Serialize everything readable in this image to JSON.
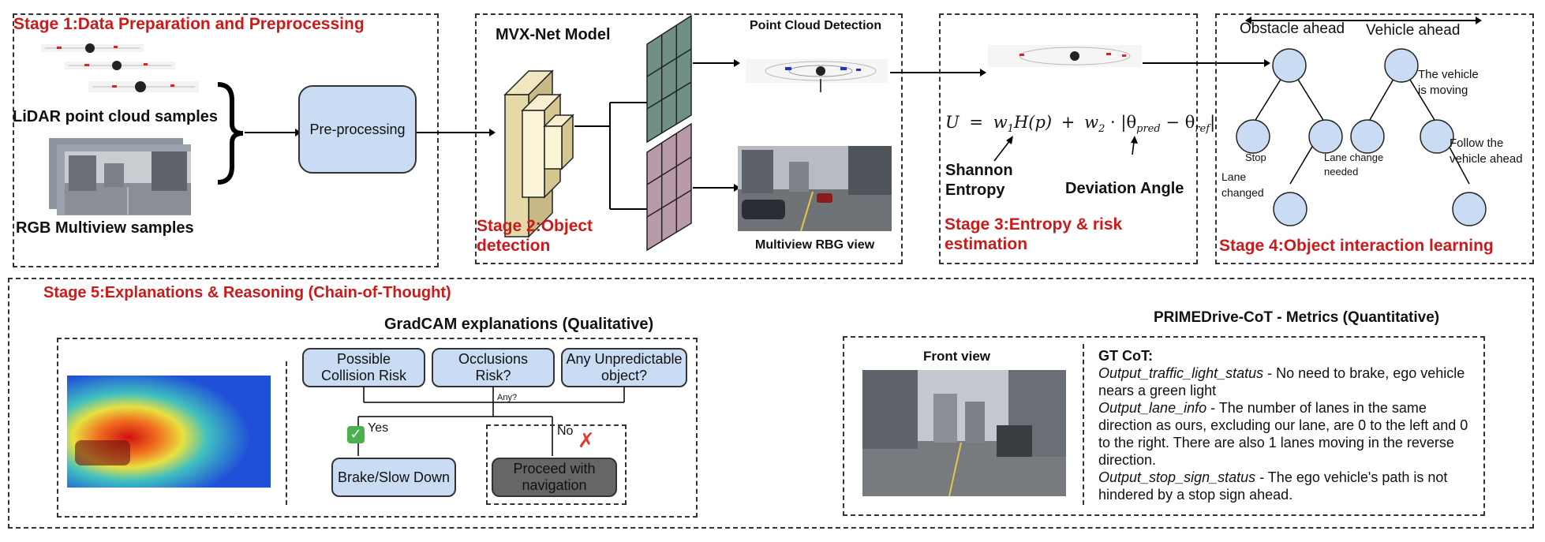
{
  "stage1": {
    "title": "Stage 1:Data Preparation and Preprocessing",
    "lidar_label": "LiDAR point cloud samples",
    "rgb_label": "RGB Multiview samples",
    "preprocessing": "Pre-processing"
  },
  "stage2": {
    "model": "MVX-Net Model",
    "title_line1": "Stage 2:Object",
    "title_line2": "detection",
    "point_cloud": "Point Cloud Detection",
    "rgb_view": "Multiview RBG view"
  },
  "stage3": {
    "formula_u": "U",
    "formula_eq": "=",
    "formula_w1": "w",
    "formula_w1_sub": "1",
    "formula_h": "H(p)",
    "formula_plus": "+",
    "formula_w2": "w",
    "formula_w2_sub": "2",
    "formula_dot": "·",
    "formula_theta_pred": "|θ",
    "formula_pred_sub": "pred",
    "formula_minus": "−",
    "formula_theta_ref": "θ",
    "formula_ref_sub": "ref",
    "formula_bar": "|",
    "shannon_line1": "Shannon",
    "shannon_line2": "Entropy",
    "deviation": "Deviation Angle",
    "title_line1": "Stage 3:Entropy & risk",
    "title_line2": "estimation"
  },
  "stage4": {
    "obstacle": "Obstacle ahead",
    "vehicle": "Vehicle ahead",
    "vehicle_moving_line1": "The vehicle",
    "vehicle_moving_line2": "is moving",
    "stop": "Stop",
    "lane_change_line1": "Lane change",
    "lane_change_line2": "needed",
    "lane_changed_line1": "Lane",
    "lane_changed_line2": "changed",
    "follow_line1": "Follow the",
    "follow_line2": "vehicle ahead",
    "title": "Stage 4:Object interaction learning"
  },
  "stage5": {
    "title": "Stage 5:Explanations & Reasoning (Chain-of-Thought)",
    "gradcam": "GradCAM explanations (Qualitative)",
    "metrics": "PRIMEDrive-CoT - Metrics (Quantitative)",
    "q1_line1": "Possible",
    "q1_line2": "Collision Risk",
    "q2_line1": "Occlusions",
    "q2_line2": "Risk?",
    "q3_line1": "Any Unpredictable",
    "q3_line2": "object?",
    "any": "Any?",
    "yes": "Yes",
    "no": "No",
    "brake": "Brake/Slow Down",
    "proceed_line1": "Proceed with",
    "proceed_line2": "navigation",
    "front_view": "Front view",
    "gt_title": "GT CoT:",
    "gt1_key": "Output_traffic_light_status",
    "gt1_val": " - No need to brake, ego vehicle nears a green light",
    "gt2_key": "Output_lane_info",
    "gt2_val": " - The number of lanes in the same direction as ours, excluding our lane, are 0 to the left and 0 to the right. There are also 1 lanes moving in the reverse direction.",
    "gt3_key": "Output_stop_sign_status",
    "gt3_val": " - The ego vehicle's path is not hindered by a stop sign ahead."
  },
  "colors": {
    "stage_title": "#cc1a1a",
    "blue_box": "#c9dcf3",
    "tree_node": "#c9dcf3",
    "proceed_box": "#666666",
    "grid_green": "#6f8f87",
    "grid_purple": "#b99aaa",
    "cube": "#e6d9a8"
  },
  "icons": {
    "check": "check-mark-icon",
    "cross": "cross-mark-icon"
  }
}
